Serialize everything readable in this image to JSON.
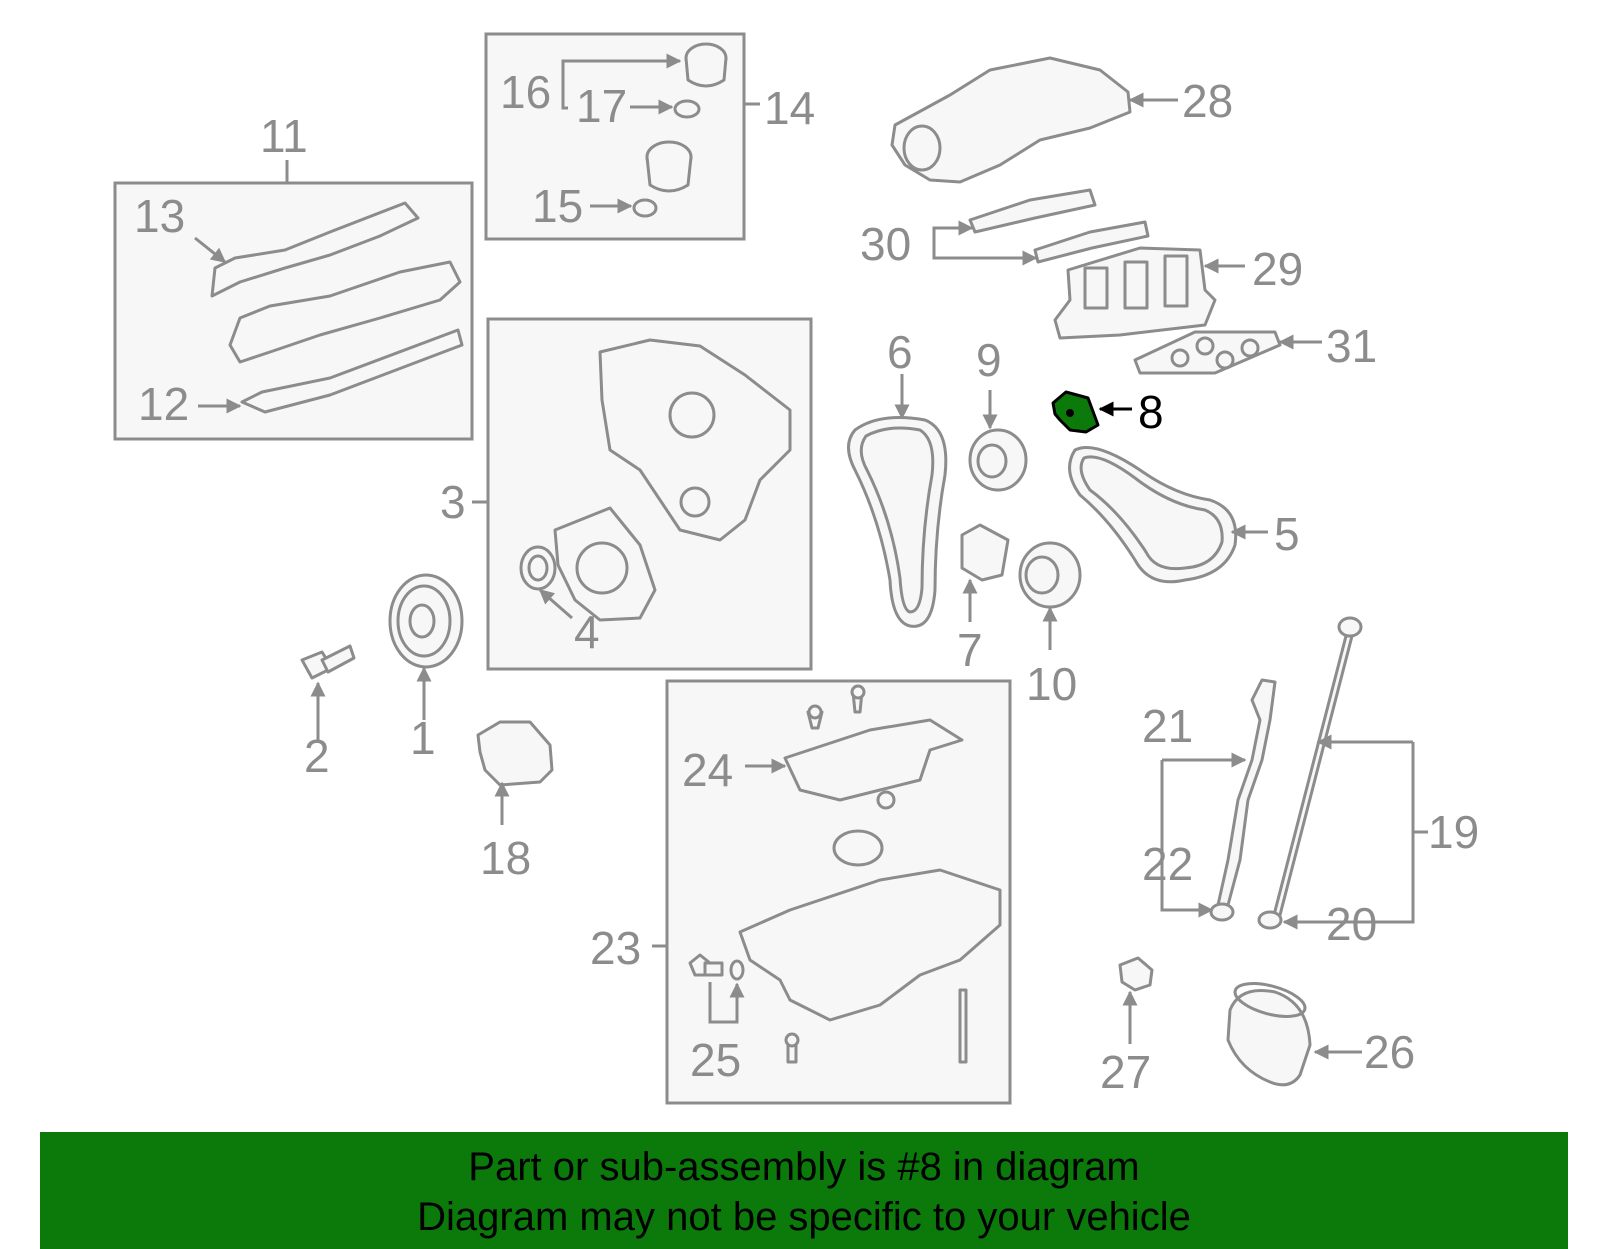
{
  "callouts": {
    "c1": "1",
    "c2": "2",
    "c3": "3",
    "c4": "4",
    "c5": "5",
    "c6": "6",
    "c7": "7",
    "c8": "8",
    "c9": "9",
    "c10": "10",
    "c11": "11",
    "c12": "12",
    "c13": "13",
    "c14": "14",
    "c15": "15",
    "c16": "16",
    "c17": "17",
    "c18": "18",
    "c19": "19",
    "c20": "20",
    "c21": "21",
    "c22": "22",
    "c23": "23",
    "c24": "24",
    "c25": "25",
    "c26": "26",
    "c27": "27",
    "c28": "28",
    "c29": "29",
    "c30": "30",
    "c31": "31"
  },
  "highlight": {
    "part_number": "8",
    "color": "#0b7a0b"
  },
  "banner": {
    "line1": "Part or sub-assembly is #8 in diagram",
    "line2": "Diagram may not be specific to your vehicle",
    "background": "#0b7a0b"
  }
}
